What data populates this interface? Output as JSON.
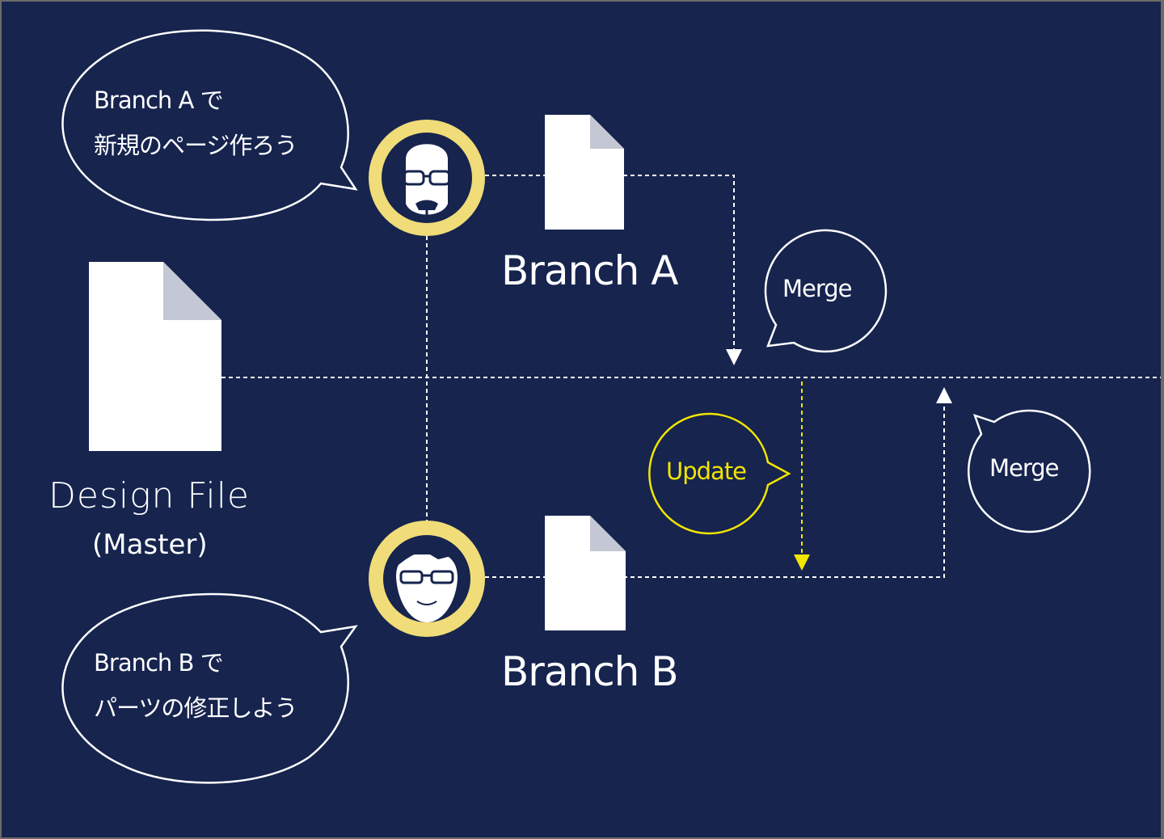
{
  "colors": {
    "background": "#16244e",
    "line": "#ffffff",
    "update_accent": "#f3e500",
    "avatar_ring": "#f0dc78",
    "doc_fold": "#c4c8d4"
  },
  "master": {
    "title": "Design File",
    "subtitle": "(Master)",
    "icon": "document-icon"
  },
  "branch_a": {
    "label": "Branch A",
    "icon": "document-icon",
    "avatar": "avatar-bearded-glasses",
    "speech_line1": "Branch A で",
    "speech_line2": "新規のページ作ろう"
  },
  "branch_b": {
    "label": "Branch B",
    "icon": "document-icon",
    "avatar": "avatar-short-hair-glasses",
    "speech_line1": "Branch B で",
    "speech_line2": "パーツの修正しよう"
  },
  "actions": {
    "merge_a": "Merge",
    "update": "Update",
    "merge_b": "Merge"
  }
}
